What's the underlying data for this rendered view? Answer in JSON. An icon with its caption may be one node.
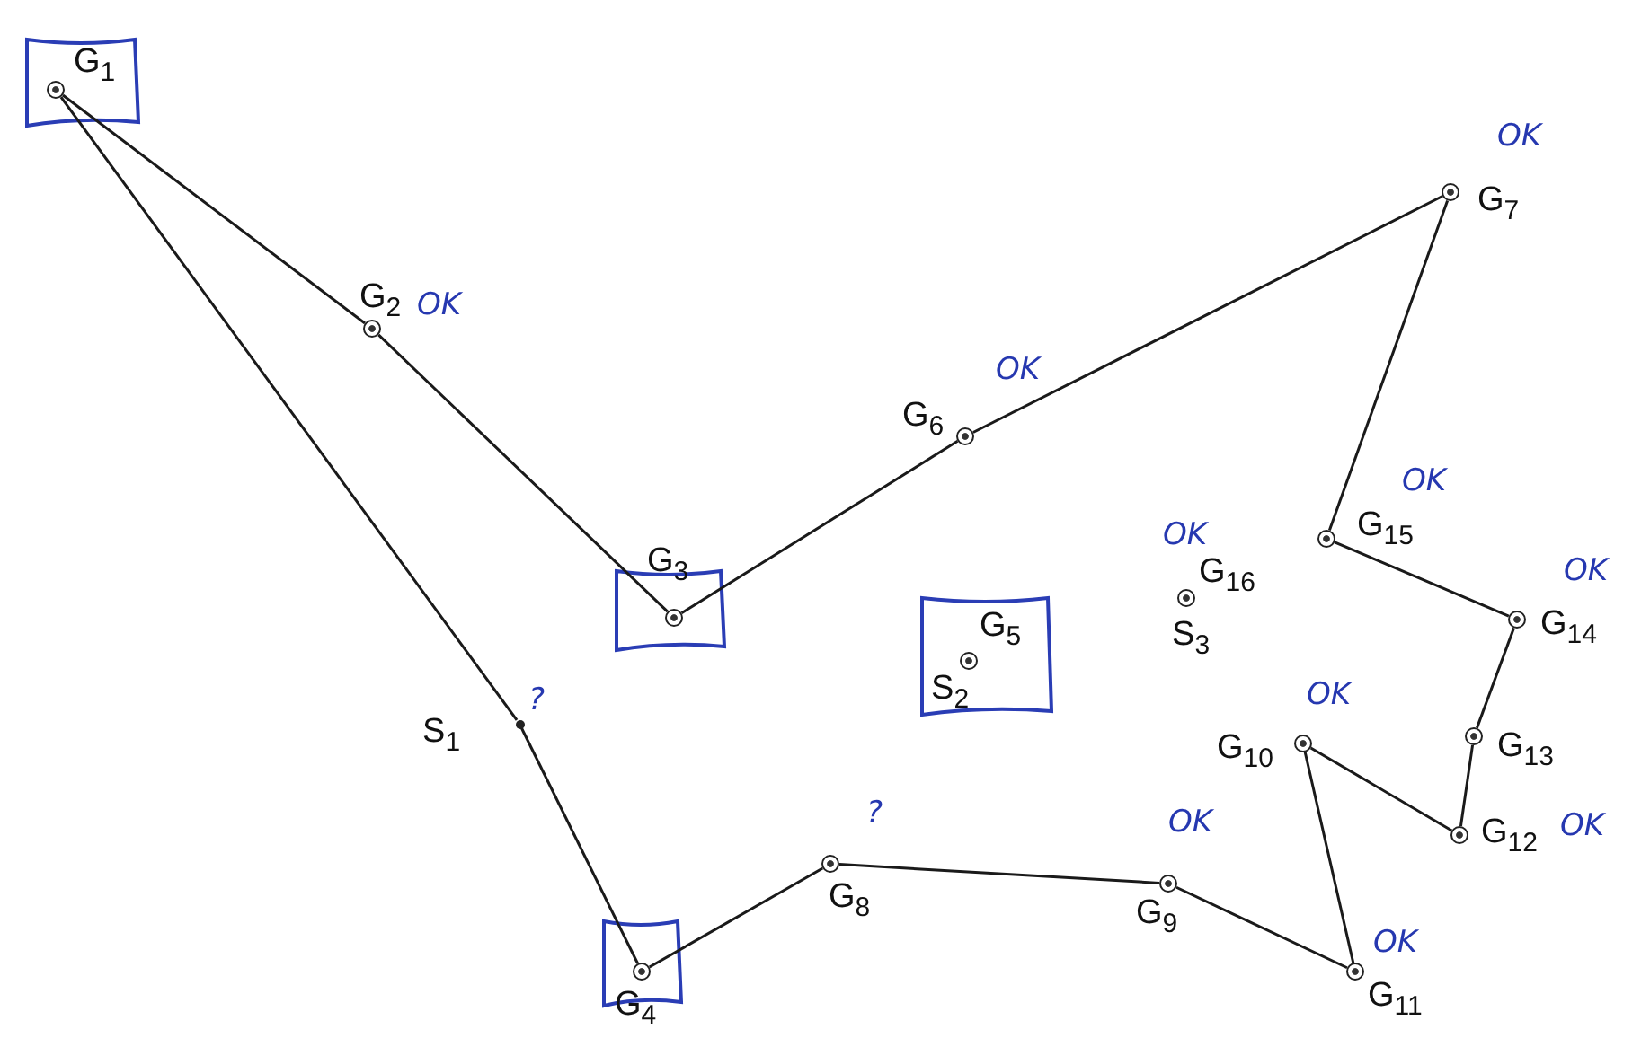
{
  "diagram": {
    "nodes": [
      {
        "text": [
          "G$_{1}$"
        ]
      },
      {
        "text": [
          "G$_{2}$"
        ],
        "beside": [
          "OK"
        ]
      },
      {
        "text": [
          "G$_{3}$"
        ]
      },
      {
        "text": [
          "G$_{4}$"
        ]
      },
      {
        "text": [
          "G$_{5}$",
          "S$_{2}$"
        ]
      },
      {
        "text": [
          "G$_{6}$"
        ],
        "beside": [
          "OK"
        ]
      },
      {
        "text": [
          "G$_{7}$"
        ],
        "beside": [
          "OK"
        ]
      },
      {
        "text": [
          "G$_{8}$"
        ],
        "beside": [
          "?"
        ]
      },
      {
        "text": [
          "G$_{9}$"
        ],
        "beside": [
          "OK"
        ]
      },
      {
        "text": [
          "G$_{10}$"
        ],
        "beside": [
          "OK"
        ]
      },
      {
        "text": [
          "G$_{11}$"
        ],
        "beside": [
          "OK"
        ]
      },
      {
        "text": [
          "G$_{12}$"
        ],
        "beside": [
          "OK"
        ]
      },
      {
        "text": [
          "G$_{13}$"
        ]
      },
      {
        "text": [
          "G$_{14}$"
        ],
        "beside": [
          "OK"
        ]
      },
      {
        "text": [
          "G$_{15}$"
        ],
        "beside": [
          "OK"
        ]
      },
      {
        "text": [
          "G$_{16}$",
          "S$_{3}$"
        ],
        "beside": [
          "OK"
        ]
      },
      {
        "text": [
          "S$_{1}$"
        ],
        "beside": [
          "?"
        ]
      }
    ],
    "edges": [
      {
        "from": 0,
        "to": 1,
        "arrow": "none"
      },
      {
        "from": 1,
        "to": 2,
        "arrow": "none"
      },
      {
        "from": 2,
        "to": 5,
        "arrow": "none"
      },
      {
        "from": 5,
        "to": 6,
        "arrow": "none"
      },
      {
        "from": 6,
        "to": 14,
        "arrow": "none"
      },
      {
        "from": 14,
        "to": 13,
        "arrow": "none"
      },
      {
        "from": 13,
        "to": 12,
        "arrow": "none"
      },
      {
        "from": 12,
        "to": 11,
        "arrow": "none"
      },
      {
        "from": 11,
        "to": 9,
        "arrow": "none"
      },
      {
        "from": 9,
        "to": 10,
        "arrow": "none"
      },
      {
        "from": 10,
        "to": 8,
        "arrow": "none"
      },
      {
        "from": 8,
        "to": 7,
        "arrow": "none"
      },
      {
        "from": 7,
        "to": 3,
        "arrow": "none"
      },
      {
        "from": 3,
        "to": 16,
        "arrow": "none"
      },
      {
        "from": 16,
        "to": 0,
        "arrow": "none"
      }
    ]
  }
}
